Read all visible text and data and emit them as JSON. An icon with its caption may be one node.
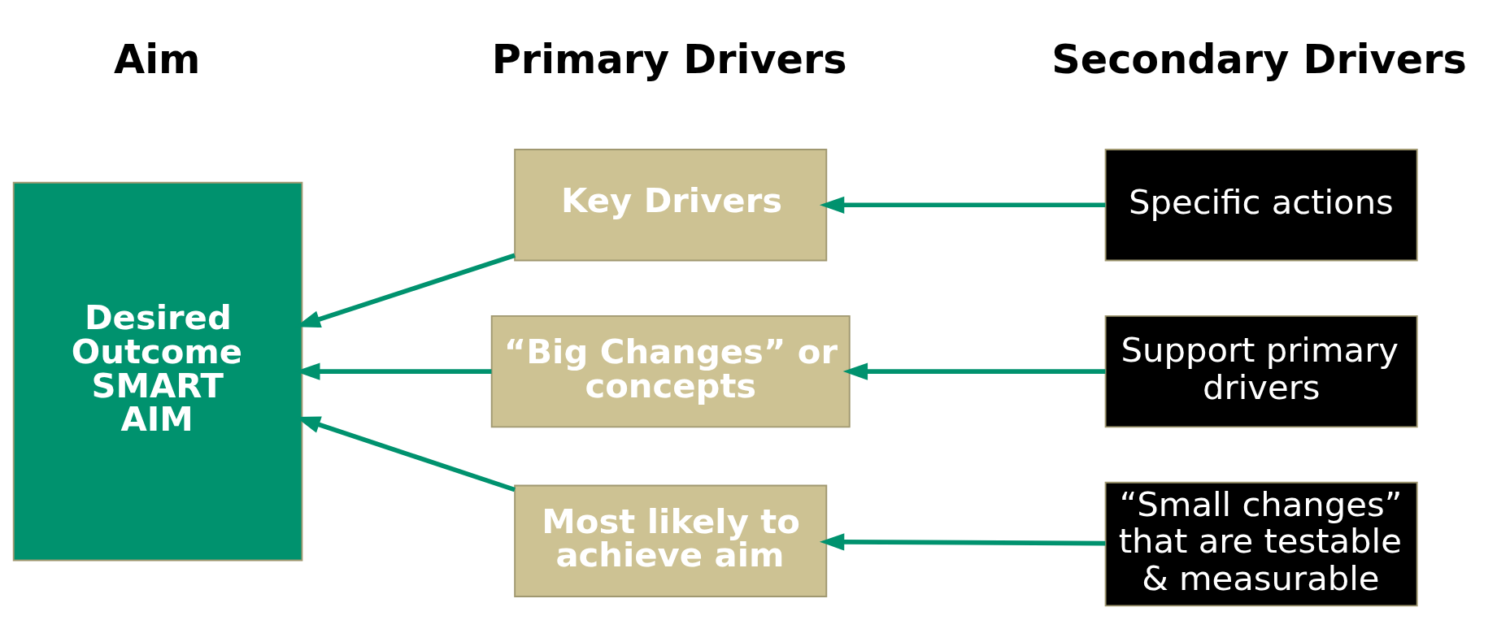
{
  "diagram": {
    "nodes": [
      {
        "text": [
          "Desired Outcome SMART AIM"
        ]
      },
      {
        "text": [
          "Key Drivers"
        ]
      },
      {
        "text": [
          "“Big Changes” or concepts"
        ]
      },
      {
        "text": [
          "Most likely to achieve aim"
        ]
      },
      {
        "text": [
          "Specific actions"
        ]
      },
      {
        "text": [
          "Support primary drivers"
        ]
      },
      {
        "text": [
          "“Small changes” that are testable & measurable"
        ]
      }
    ],
    "edges": [
      {
        "from": 1,
        "to": 0,
        "arrow": "to"
      },
      {
        "from": 2,
        "to": 0,
        "arrow": "to"
      },
      {
        "from": 3,
        "to": 0,
        "arrow": "to"
      },
      {
        "from": 4,
        "to": 1,
        "arrow": "to"
      },
      {
        "from": 5,
        "to": 2,
        "arrow": "to"
      },
      {
        "from": 6,
        "to": 3,
        "arrow": "to"
      }
    ],
    "labels": [
      "Aim",
      "Primary Drivers",
      "Secondary Drivers"
    ]
  }
}
